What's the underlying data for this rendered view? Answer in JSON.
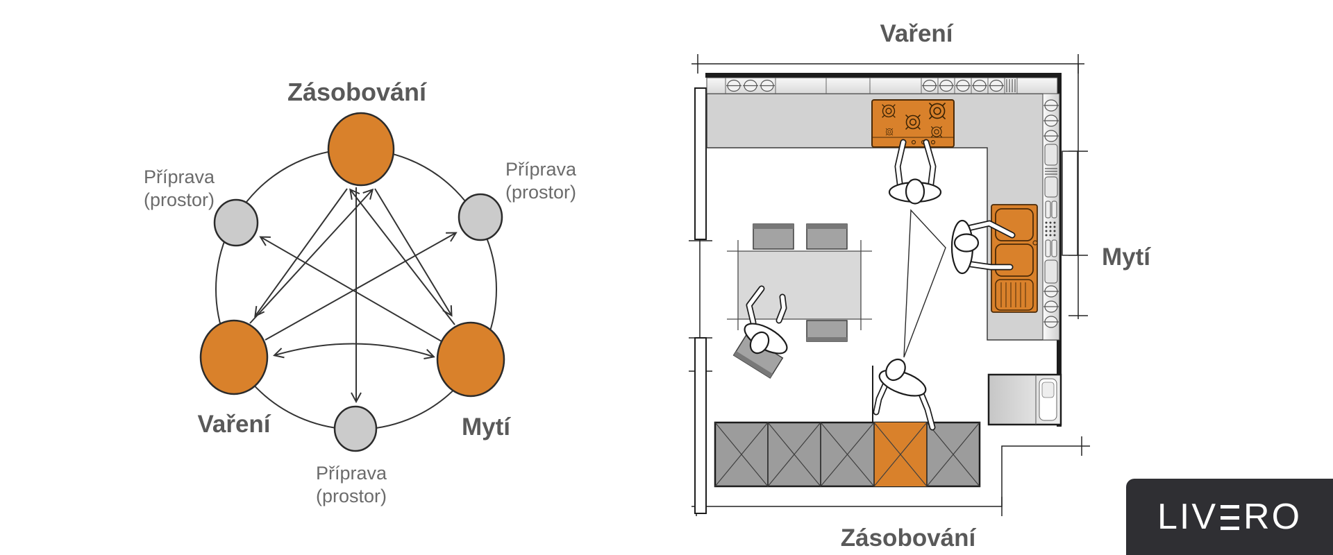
{
  "diagram": {
    "title": "Zásobování",
    "nodes": [
      {
        "id": "supply",
        "label": "Zásobování",
        "type": "primary"
      },
      {
        "id": "prep-left",
        "label": "Příprava (prostor)",
        "type": "secondary"
      },
      {
        "id": "prep-right",
        "label": "Příprava (prostor)",
        "type": "secondary"
      },
      {
        "id": "cooking",
        "label": "Vaření",
        "type": "primary"
      },
      {
        "id": "washing",
        "label": "Mytí",
        "type": "primary"
      },
      {
        "id": "prep-bottom",
        "label": "Příprava (prostor)",
        "type": "secondary"
      }
    ],
    "labels": {
      "supply": "Zásobování",
      "cooking": "Vaření",
      "washing": "Mytí",
      "prep_line1": "Příprava",
      "prep_line2": "(prostor)"
    },
    "arrows": [
      {
        "from": "washing",
        "to": "supply"
      },
      {
        "from": "cooking",
        "to": "supply"
      },
      {
        "from": "supply",
        "to": "cooking"
      },
      {
        "from": "supply",
        "to": "washing"
      },
      {
        "from": "supply",
        "to": "prep-bottom"
      },
      {
        "from": "washing",
        "to": "prep-left"
      },
      {
        "from": "cooking",
        "to": "prep-right"
      },
      {
        "from": "cooking",
        "to": "washing",
        "bidirectional": true
      }
    ],
    "colors": {
      "primary": "#D9812B",
      "secondary": "#CBCBCB",
      "outline": "#2B2B2B",
      "arrow": "#333333",
      "label_dark": "#595959",
      "label_gray": "#6B6B6B"
    }
  },
  "floor_plan": {
    "labels": {
      "top": "Vaření",
      "right": "Mytí",
      "bottom": "Zásobování"
    },
    "colors": {
      "counter": "#D2D2D2",
      "pantry": "#9C9C9C",
      "accent": "#D9812B",
      "wall": "#1C1C1C",
      "table": "#D9D9D9",
      "chair": "#A3A3A3"
    }
  },
  "logo": {
    "text": "LIVERO",
    "prefix": "LIV",
    "suffix": "RO",
    "background": "#2F2F33",
    "color": "#FFFFFF"
  }
}
